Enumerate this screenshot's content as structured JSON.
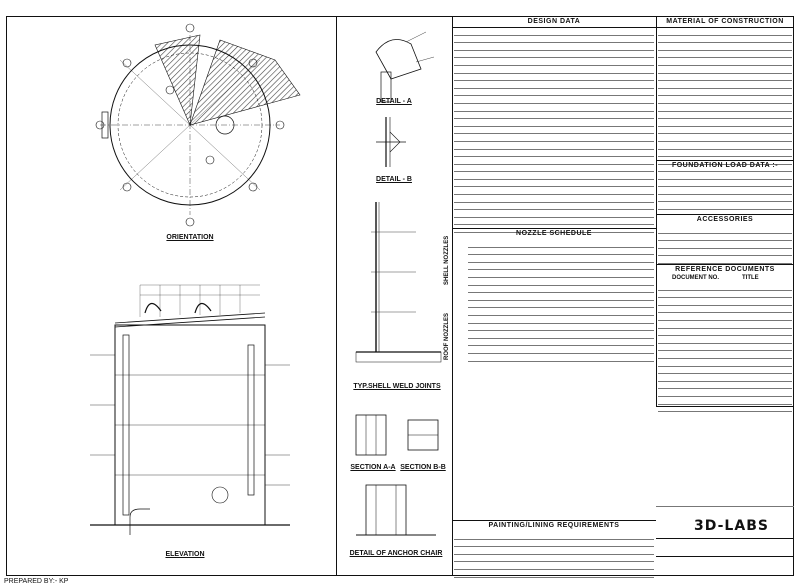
{
  "drawing": {
    "design_data_title": "DESIGN DATA",
    "material_title": "MATERIAL OF CONSTRUCTION",
    "foundation_title": "FOUNDATION LOAD DATA :-",
    "accessories_title": "ACCESSORIES",
    "reference_title": "REFERENCE DOCUMENTS",
    "nozzle_title": "NOZZLE SCHEDULE",
    "painting_title": "PAINTING/LINING REQUIREMENTS",
    "orientation_title": "ORIENTATION",
    "elevation_title": "ELEVATION",
    "detail_a_title": "DETAIL - A",
    "detail_b_title": "DETAIL - B",
    "weld_title": "TYP.SHELL WELD JOINTS",
    "section_aa_title": "SECTION A-A",
    "section_bb_title": "SECTION B-B",
    "anchor_title": "DETAIL OF ANCHOR CHAIR",
    "shell_nozzles_label": "SHELL NOZZLES",
    "roof_nozzles_label": "ROOF NOZZLES",
    "document_no_label": "DOCUMENT NO.",
    "title_col_label": "TITLE",
    "logo": "3D-LABS",
    "prepared_by": "PREPARED BY:- KP"
  },
  "colors": {
    "ink": "#111111",
    "hatch": "#555555"
  }
}
